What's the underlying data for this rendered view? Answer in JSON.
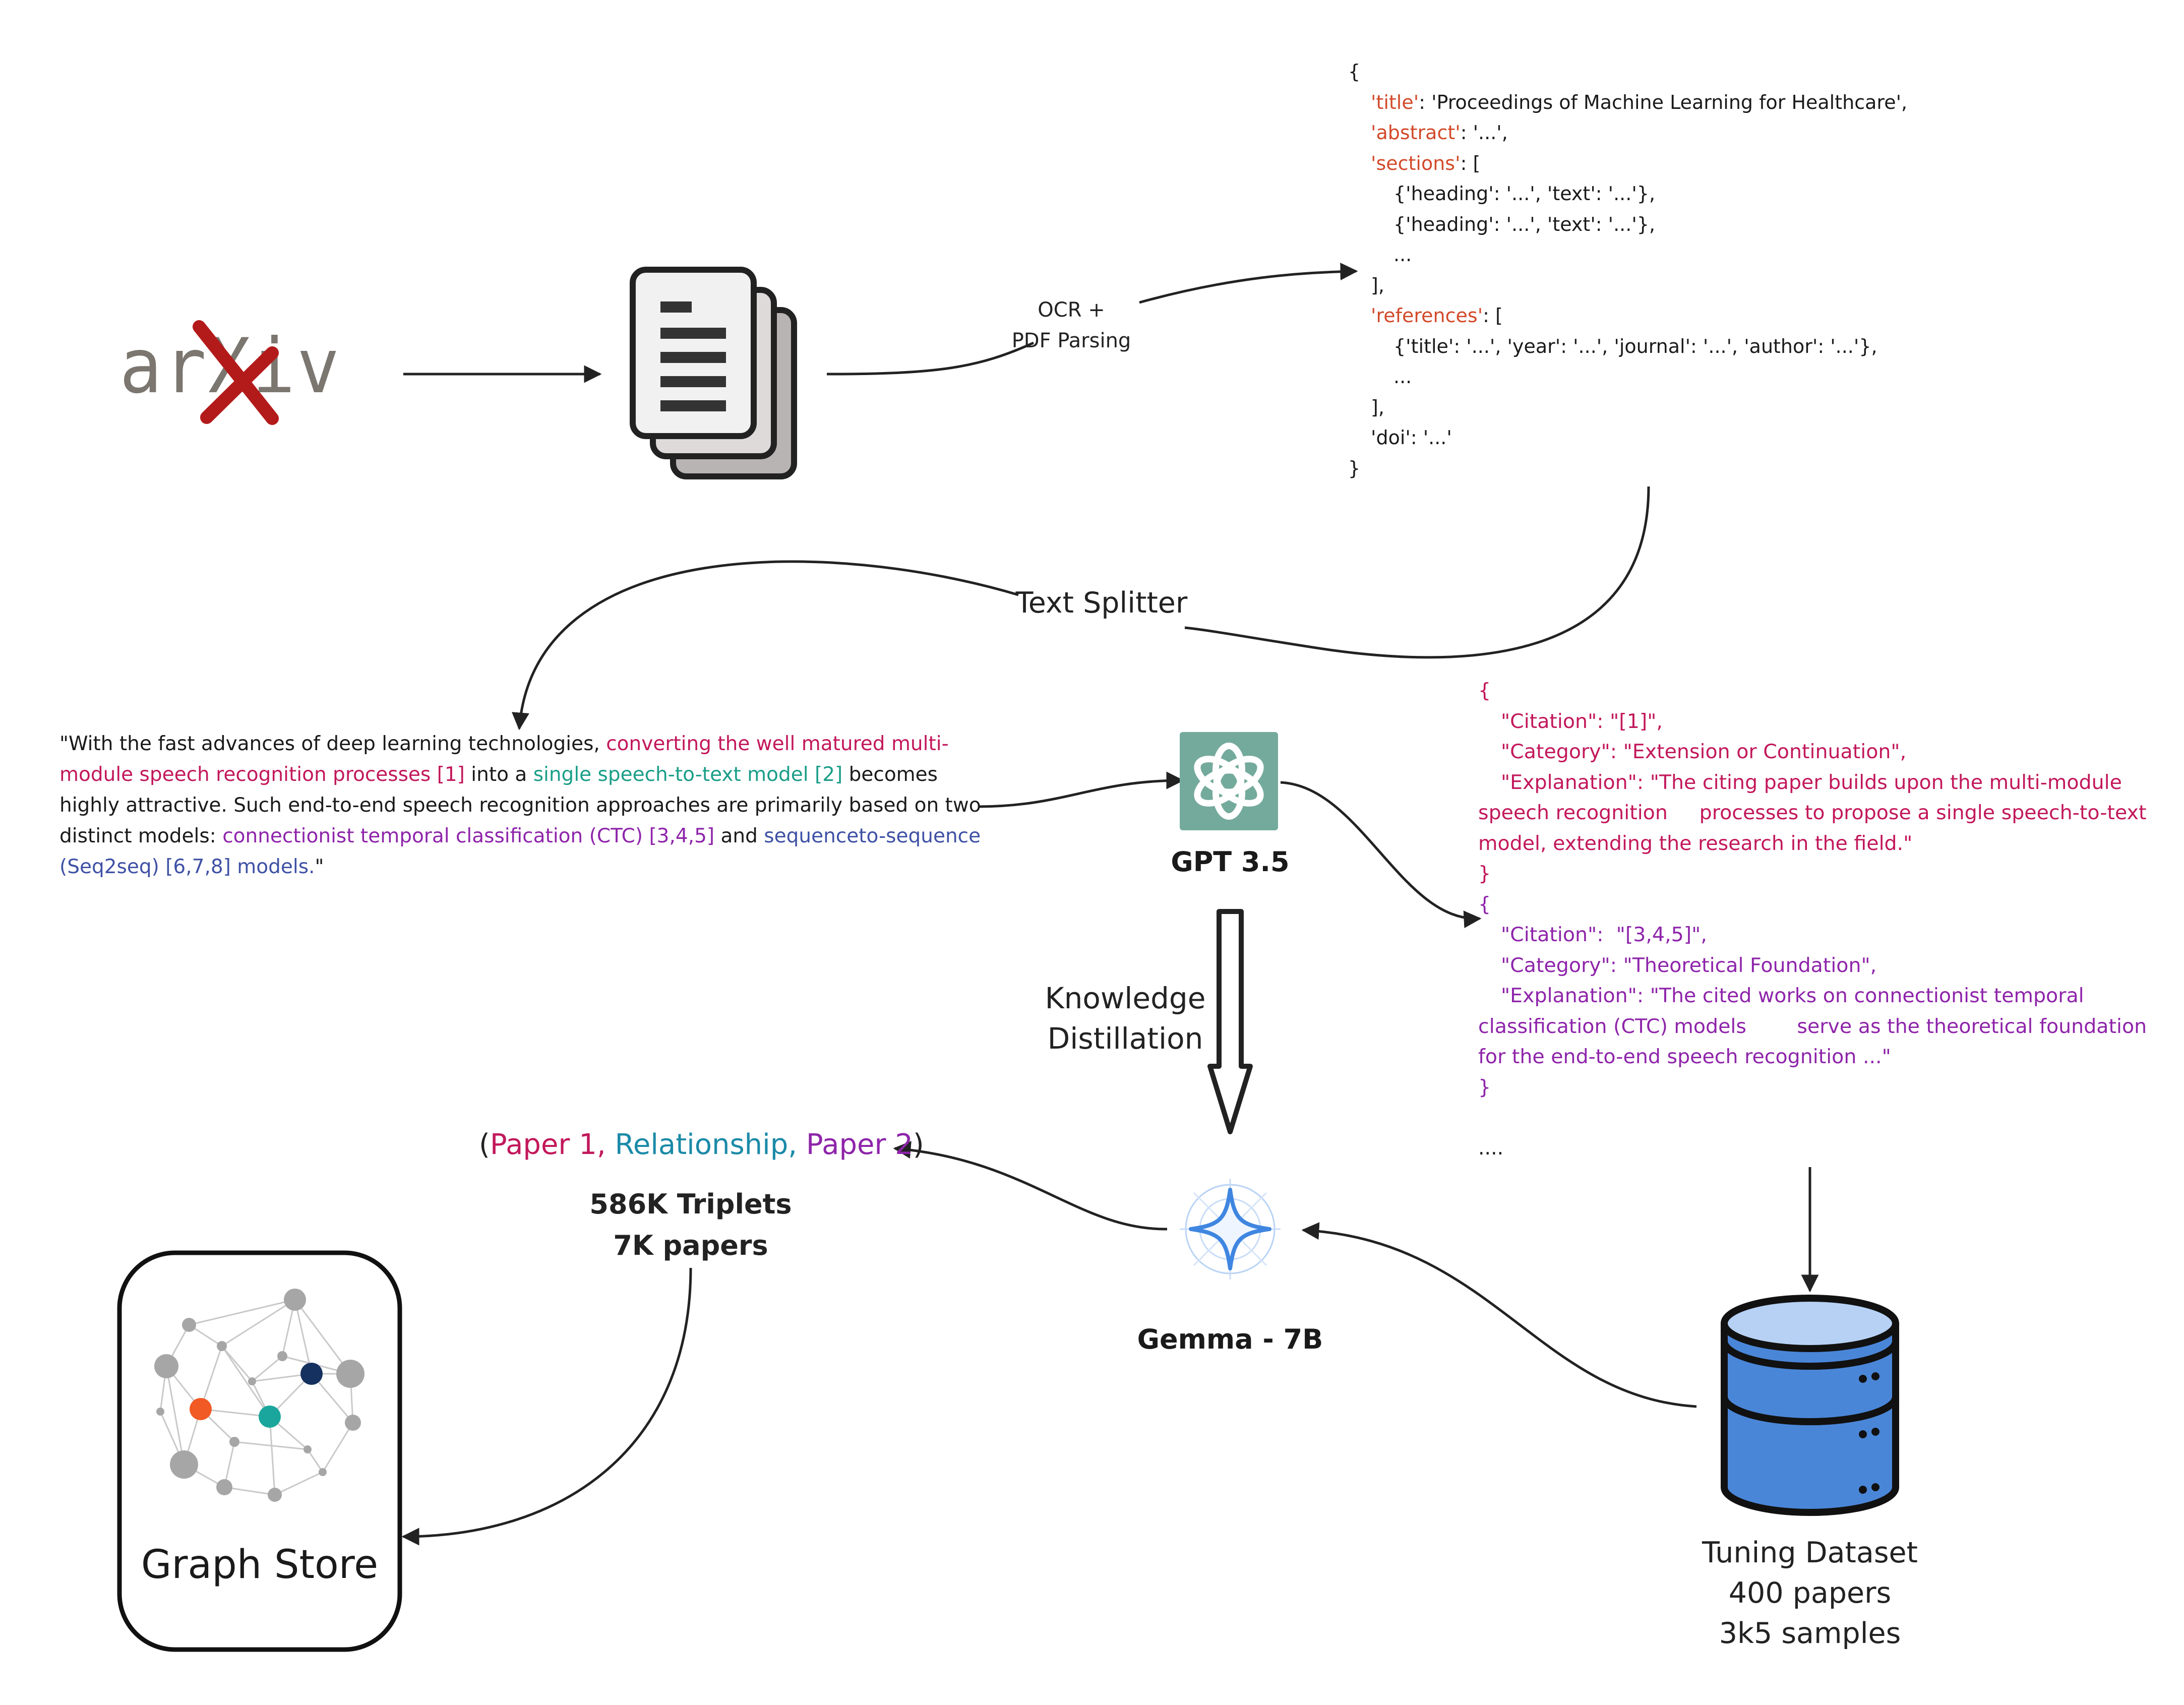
{
  "arxiv_logo": {
    "text": "arXiv"
  },
  "ocr_edge": {
    "line1": "OCR +",
    "line2": "PDF Parsing"
  },
  "paper_json": {
    "open": "{",
    "title_key": "'title'",
    "title_val": ": 'Proceedings of Machine Learning for Healthcare',",
    "abstract_key": "'abstract'",
    "abstract_val": ": '...',",
    "sections_key": "'sections'",
    "sections_val": ": [",
    "section_item_1": "{'heading': '...', 'text': '...'},",
    "section_item_2": "{'heading': '...', 'text': '...'},",
    "section_ellipsis": "...",
    "sections_close": "],",
    "references_key": "'references'",
    "references_val": ": [",
    "reference_item": "{'title': '...', 'year': '...', 'journal': '...', 'author': '...'},",
    "references_ellipsis": "...",
    "references_close": "],",
    "doi": "'doi': '...'",
    "close": "}"
  },
  "text_splitter_label": "Text Splitter",
  "quote": {
    "q1": "\"With the fast advances of deep learning technologies, ",
    "q2": "converting the well matured multi-module speech recognition processes [1]",
    "q3": " into a ",
    "q4": "single speech-to-text model [2]",
    "q5": " becomes highly attractive. Such end-to-end speech recognition approaches are primarily based on two distinct models: ",
    "q6": "connectionist temporal classification (CTC) [3,4,5]",
    "q7": " and ",
    "q8": "sequenceto-sequence (Seq2seq) [6,7,8] models.",
    "q9": "\""
  },
  "gpt_label": "GPT 3.5",
  "kd_label": {
    "line1": "Knowledge",
    "line2": "Distillation"
  },
  "citations_json": {
    "c1_open": "{",
    "c1_citation": "\"Citation\": \"[1]\",",
    "c1_category": "\"Category\": \"Extension or Continuation\",",
    "c1_expl_1": "\"Explanation\": \"The citing paper builds upon the multi-module",
    "c1_expl_2": "speech recognition     processes to propose a single speech-to-text",
    "c1_expl_3": "model, extending the research in the field.\"",
    "c1_close": "}",
    "c2_open": "{",
    "c2_citation": "\"Citation\":  \"[3,4,5]\",",
    "c2_category": "\"Category\": \"Theoretical Foundation\",",
    "c2_expl_1": "\"Explanation\": \"The cited works on connectionist temporal",
    "c2_expl_2": "classification (CTC) models        serve as the theoretical foundation",
    "c2_expl_3": "for the end-to-end speech recognition ...\"",
    "c2_close": "}",
    "ellipsis": "...."
  },
  "triplet": {
    "open": "(",
    "paper1": "Paper 1,",
    "relationship": "Relationship,",
    "paper2": "Paper 2",
    "close": ")"
  },
  "triplet_stats": {
    "line1": "586K Triplets",
    "line2": "7K papers"
  },
  "gemma_label": "Gemma - 7B",
  "graph_store_label": "Graph Store",
  "tuning_dataset": {
    "line1": "Tuning Dataset",
    "line2": "400 papers",
    "line3": "3k5 samples"
  },
  "colors": {
    "pink": "#c2185b",
    "purple": "#8e24aa",
    "teal": "#1a9e88",
    "blue": "#3f51a5",
    "key_orange": "#d24a2a",
    "arxiv_gray": "#7b766f",
    "arxiv_red": "#b31b1b",
    "gpt_green": "#74aa9c",
    "db_blue": "#4a86d8"
  }
}
